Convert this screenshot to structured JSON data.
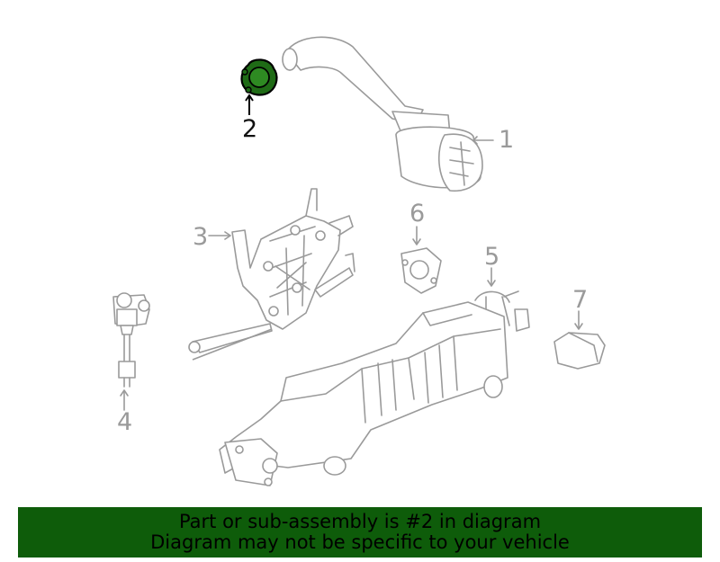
{
  "callouts": [
    {
      "id": "1",
      "label": "1"
    },
    {
      "id": "2",
      "label": "2",
      "highlighted": true
    },
    {
      "id": "3",
      "label": "3"
    },
    {
      "id": "4",
      "label": "4"
    },
    {
      "id": "5",
      "label": "5"
    },
    {
      "id": "6",
      "label": "6"
    },
    {
      "id": "7",
      "label": "7"
    }
  ],
  "colors": {
    "highlight_part": "#1f6b16",
    "banner_bg": "#0e5c0a",
    "line_art": "#9a9a9a"
  },
  "banner": {
    "line1": "Part or sub-assembly is #2 in diagram",
    "line2": "Diagram may not be specific to your vehicle"
  }
}
